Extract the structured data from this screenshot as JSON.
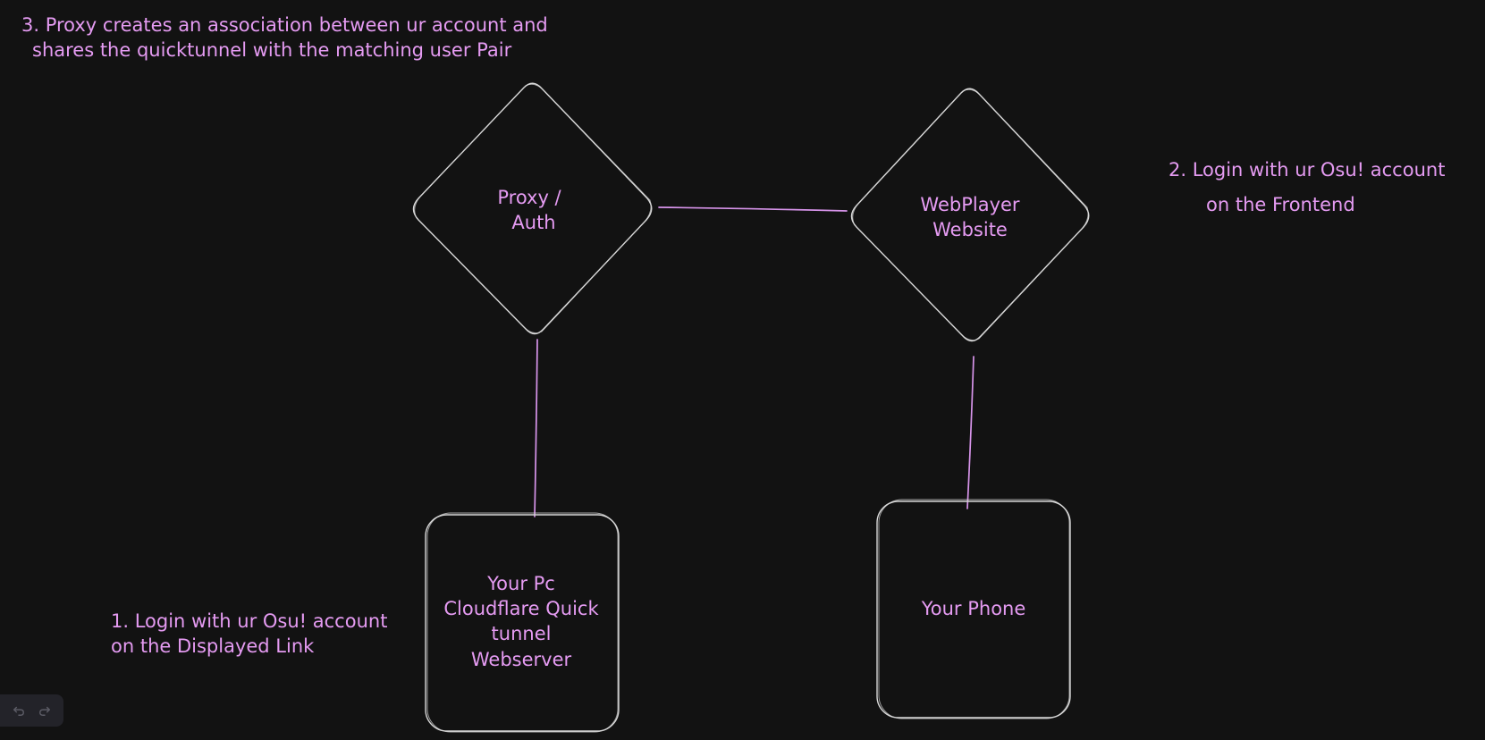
{
  "canvas": {
    "background": "#121212",
    "text_color": "#e59bf2",
    "shape_stroke": "#d8d8d8",
    "connector_color": "#d794ea"
  },
  "nodes": {
    "proxy_auth": {
      "shape": "diamond",
      "lines": [
        "Proxy /",
        "Auth"
      ]
    },
    "webplayer": {
      "shape": "diamond",
      "lines": [
        "WebPlayer",
        "Website"
      ]
    },
    "your_pc": {
      "shape": "rounded-rectangle",
      "lines": [
        "Your Pc",
        "Cloudflare Quick",
        "tunnel",
        "Webserver"
      ]
    },
    "your_phone": {
      "shape": "rounded-rectangle",
      "lines": [
        "Your Phone"
      ]
    }
  },
  "notes": {
    "step3": {
      "line1": "3. Proxy creates an association between ur account and",
      "line2": "shares the quicktunnel with the matching user Pair"
    },
    "step2": {
      "line1": "2. Login with ur Osu! account",
      "line2": "on the Frontend"
    },
    "step1": {
      "line1": "1. Login with ur Osu! account",
      "line2": "on the Displayed Link"
    }
  },
  "connections": [
    {
      "from": "proxy_auth",
      "to": "webplayer"
    },
    {
      "from": "proxy_auth",
      "to": "your_pc"
    },
    {
      "from": "webplayer",
      "to": "your_phone"
    }
  ],
  "toolbar": {
    "undo_icon": "undo-icon",
    "redo_icon": "redo-icon"
  }
}
